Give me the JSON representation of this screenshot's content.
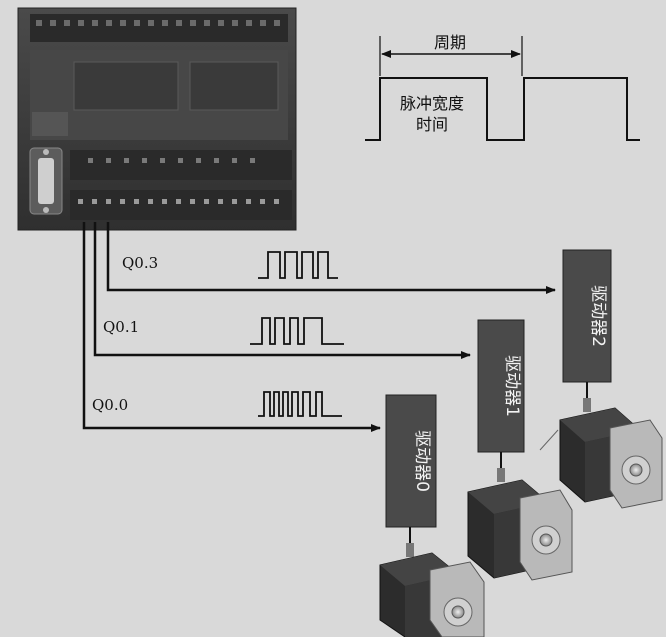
{
  "pulse_diagram": {
    "period_label": "周期",
    "width_label_line1": "脉冲宽度",
    "width_label_line2": "时间"
  },
  "outputs": [
    {
      "label": "Q0.3"
    },
    {
      "label": "Q0.1"
    },
    {
      "label": "Q0.0"
    }
  ],
  "drivers": [
    {
      "label": "驱动器2"
    },
    {
      "label": "驱动器1"
    },
    {
      "label": "驱动器0"
    }
  ],
  "colors": {
    "background": "#d9d9d9",
    "plc_body": "#3d3d3d",
    "driver_box": "#4a4a4a",
    "wire": "#111111",
    "motor_body": "#2c2c2c"
  }
}
